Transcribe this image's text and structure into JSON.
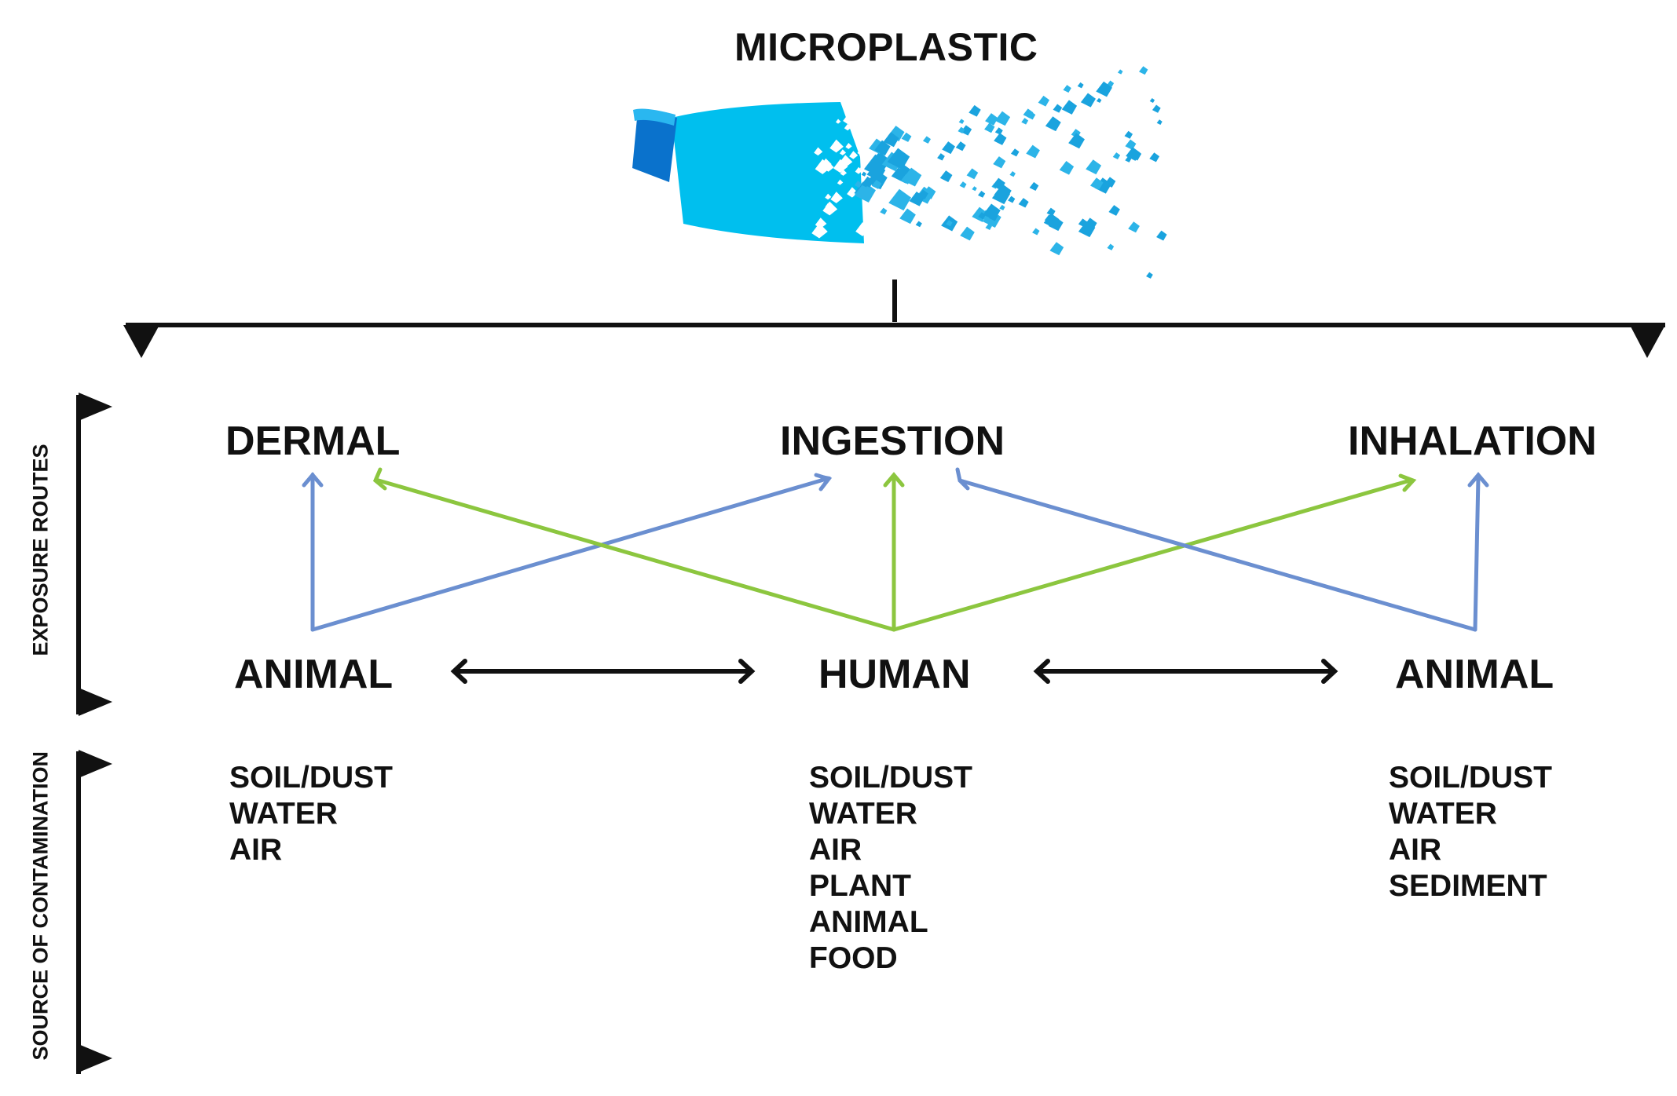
{
  "title": "MICROPLASTIC",
  "exposure_routes": {
    "axis_label": "EXPOSURE ROUTES",
    "routes": [
      "DERMAL",
      "INGESTION",
      "INHALATION"
    ]
  },
  "receptors": [
    "ANIMAL",
    "HUMAN",
    "ANIMAL"
  ],
  "source_of_contamination": {
    "axis_label": "SOURCE OF CONTAMINATION",
    "columns": [
      [
        "SOIL/DUST",
        "WATER",
        "AIR"
      ],
      [
        "SOIL/DUST",
        "WATER",
        "AIR",
        "PLANT",
        "ANIMAL",
        "FOOD"
      ],
      [
        "SOIL/DUST",
        "WATER",
        "AIR",
        "SEDIMENT"
      ]
    ]
  },
  "connections": [
    {
      "from": "ANIMAL (left)",
      "to": "DERMAL",
      "color": "blue"
    },
    {
      "from": "ANIMAL (left)",
      "to": "INGESTION",
      "color": "blue"
    },
    {
      "from": "HUMAN",
      "to": "DERMAL",
      "color": "green"
    },
    {
      "from": "HUMAN",
      "to": "INGESTION",
      "color": "green"
    },
    {
      "from": "HUMAN",
      "to": "INHALATION",
      "color": "green"
    },
    {
      "from": "ANIMAL (right)",
      "to": "INGESTION",
      "color": "blue"
    },
    {
      "from": "ANIMAL (right)",
      "to": "INHALATION",
      "color": "blue"
    },
    {
      "from": "ANIMAL (left)",
      "to": "HUMAN",
      "color": "black",
      "bidirectional": true
    },
    {
      "from": "HUMAN",
      "to": "ANIMAL (right)",
      "color": "black",
      "bidirectional": true
    }
  ],
  "colors": {
    "blue": "#6b8fd0",
    "green": "#8cc63f",
    "black": "#111111",
    "bottle_light": "#00bfee",
    "bottle_dark": "#0a72cc",
    "particles": "#1aa3de"
  }
}
